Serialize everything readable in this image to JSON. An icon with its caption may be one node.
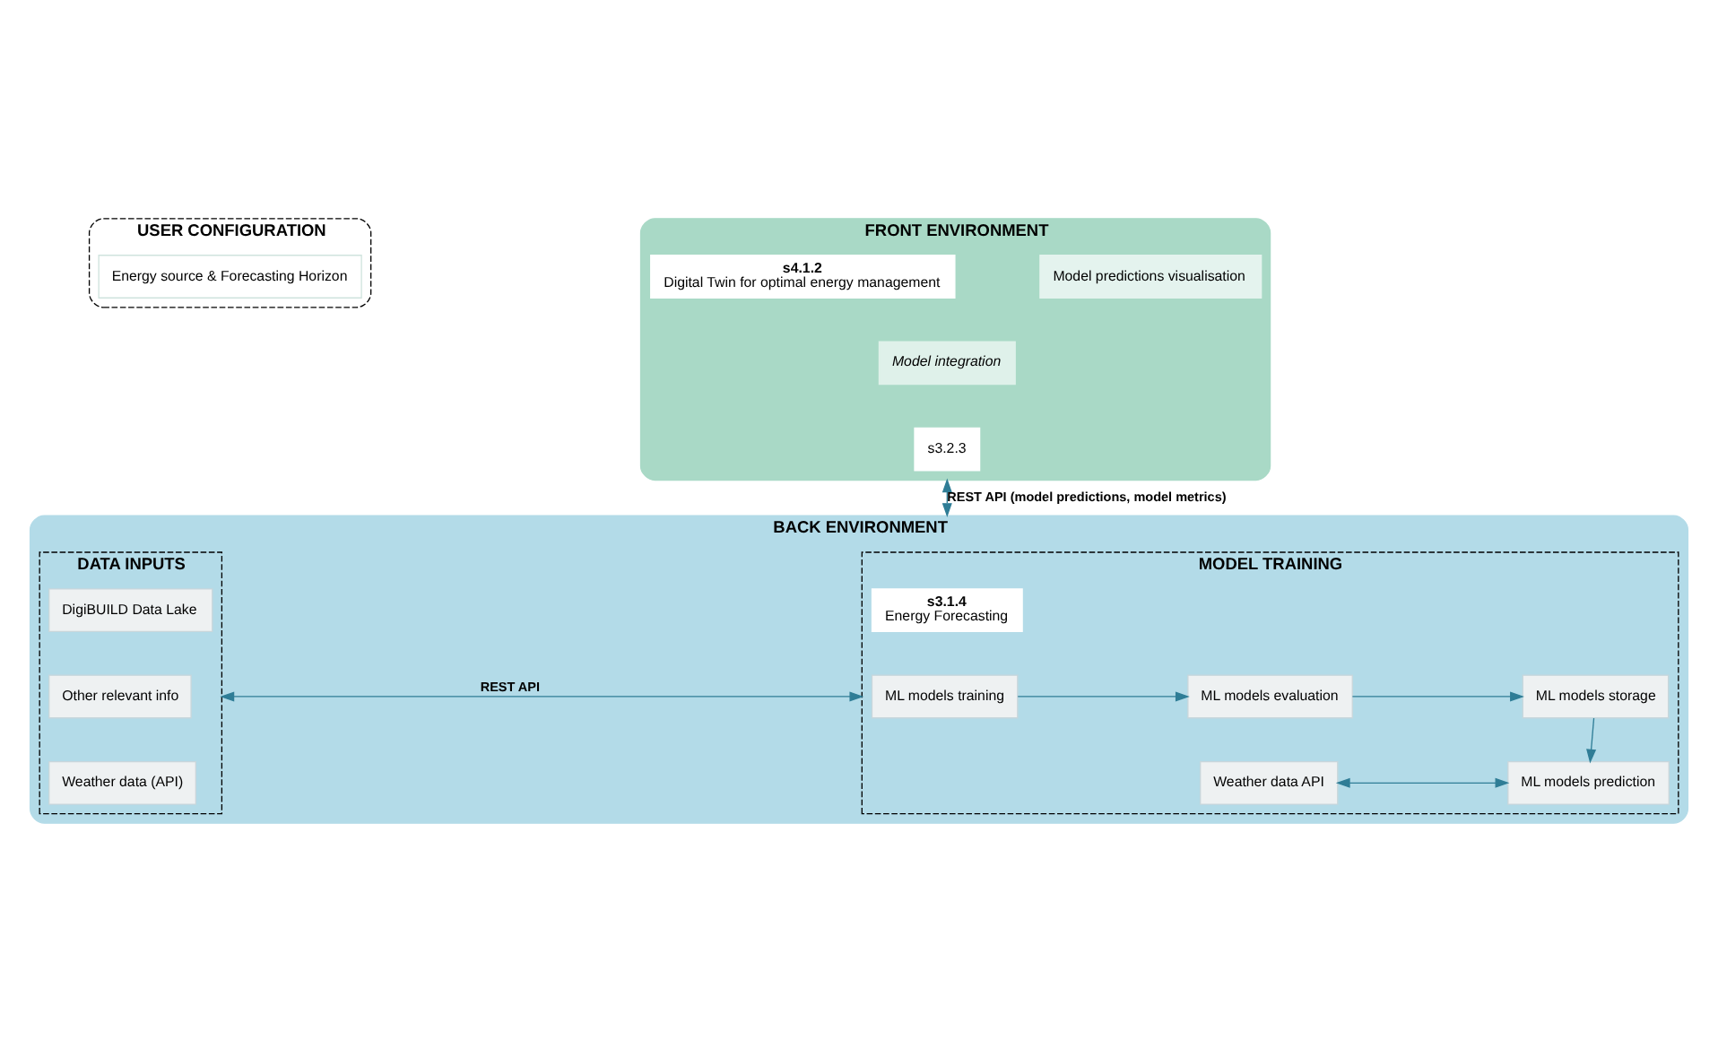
{
  "diagram": {
    "nodes": [
      {
        "text": [
          "USER CONFIGURATION"
        ]
      },
      {
        "text": [
          "Energy source & Forecasting Horizon"
        ],
        "in": 0
      },
      {
        "text": [
          "FRONT ENVIRONMENT"
        ]
      },
      {
        "text": [
          "Model predictions visualisation"
        ],
        "in": 2
      },
      {
        "text": [
          "s4.1.2",
          "Digital Twin for optimal energy management"
        ],
        "in": 2
      },
      {
        "text": [
          "Model integration"
        ],
        "in": 2
      },
      {
        "text": [
          "s3.2.3"
        ],
        "in": 2
      },
      {
        "text": [
          "BACK ENVIRONMENT"
        ]
      },
      {
        "text": [
          "DATA INPUTS"
        ],
        "in": 7
      },
      {
        "text": [
          "DigiBUILD Data Lake"
        ],
        "in": 8
      },
      {
        "text": [
          "Other relevant info"
        ],
        "in": 8
      },
      {
        "text": [
          "Weather data (API)"
        ],
        "in": 8
      },
      {
        "text": [
          "MODEL TRAINING"
        ],
        "in": 7
      },
      {
        "text": [
          "s3.1.4",
          "Energy Forecasting"
        ],
        "in": 12
      },
      {
        "text": [
          "ML models training"
        ],
        "in": 12
      },
      {
        "text": [
          "ML models evaluation"
        ],
        "in": 12
      },
      {
        "text": [
          "ML models storage"
        ],
        "in": 12
      },
      {
        "text": [
          "ML models prediction"
        ],
        "in": 12
      },
      {
        "text": [
          "Weather data API"
        ],
        "in": 12
      }
    ],
    "edges": [
      {
        "from": 2,
        "to": 7,
        "arrow": "both",
        "label": "REST API (model predictions, model metrics)"
      },
      {
        "from": 8,
        "to": 12,
        "arrow": "both",
        "label": "REST API"
      },
      {
        "from": 14,
        "to": 15,
        "arrow": "to"
      },
      {
        "from": 15,
        "to": 16,
        "arrow": "to"
      },
      {
        "from": 16,
        "to": 17,
        "arrow": "to"
      },
      {
        "from": 18,
        "to": 17,
        "arrow": "both"
      }
    ]
  }
}
